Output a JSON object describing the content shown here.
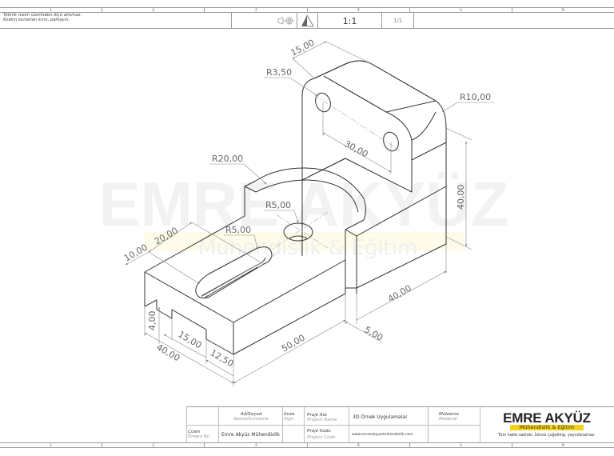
{
  "zones": {
    "top": [
      "1",
      "2",
      "3",
      "4",
      "5",
      "6"
    ],
    "bottom": [
      "1",
      "2",
      "3",
      "4",
      "5",
      "6"
    ]
  },
  "header": {
    "notes_line1": "Teknik resim üzerinden ölçü alınmaz.",
    "notes_line2": "Keskin kenarları kırın, pahlayın.",
    "projection_icon": "first-angle-projection-icon",
    "triangle_icon": "surface-finish-triangle-icon",
    "scale": "1:1",
    "sheet": "1/1"
  },
  "drawing": {
    "watermark_main": "EMRE AKYÜZ",
    "watermark_sub": "Mühendislik & Eğitim",
    "dimensions": {
      "top_width": "15,00",
      "hole_radius": "R3,50",
      "corner_radius": "R10,00",
      "hole_spacing": "30,00",
      "cutout_radius": "R20,00",
      "center_hole_radius": "R5,00",
      "slot_radius": "R5,00",
      "slot_width": "20,00",
      "slot_offset": "10,00",
      "upright_height": "40,00",
      "base_width": "40,00",
      "base_length": "50,00",
      "upright_offset": "5,00",
      "groove_depth": "4,00",
      "groove_width": "15,00",
      "base_depth": "40,00",
      "groove_offset": "12,50"
    }
  },
  "title_block": {
    "name_label": "Ad/Soyad",
    "name_label_en": "Name/Surname",
    "sign_label": "İmza",
    "sign_label_en": "Sign",
    "drawn_label": "Çizen",
    "drawn_label_en": "Drawn By",
    "drawn_value": "Emre Akyüz Mühendislik",
    "project_name_label": "Proje Adı",
    "project_name_label_en": "Project Name",
    "project_name_value": "3D Örnek Uygulamalar",
    "project_code_label": "Proje Kodu",
    "project_code_label_en": "Project Code",
    "project_code_value": "www.emreakyuzmuhendislik.com",
    "material_label": "Malzeme",
    "material_label_en": "Material"
  },
  "brand": {
    "name": "EMRE AKYÜZ",
    "subtitle": "Mühendislik & Eğitim",
    "rights": "Tüm hakkı saklıdır. İzinsiz çoğaltılıp, yayınlanamaz.",
    "accent_color": "#f3d21a"
  }
}
